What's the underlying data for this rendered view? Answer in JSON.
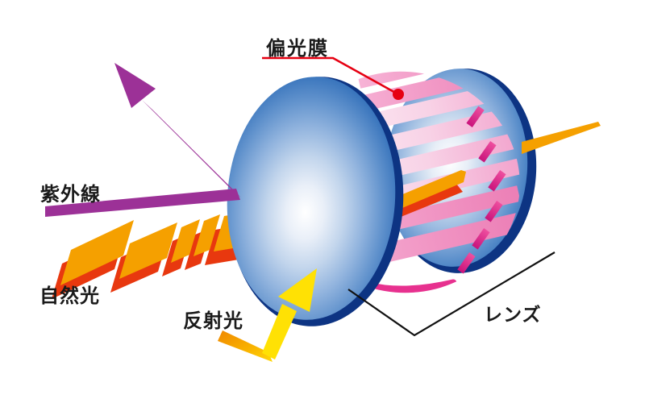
{
  "figure": {
    "description": "Cross-section diagram of a polarized sunglasses lens: natural light enters, reflected glare is blocked by the polarizing film sandwiched between two lens layers, UV is rejected",
    "background": "#ffffff"
  },
  "labels": {
    "polarizing_film": "偏光膜",
    "uv": "紫外線",
    "natural_light": "自然光",
    "reflected_light": "反射光",
    "lens": "レンズ"
  },
  "colors": {
    "background": "#ffffff",
    "label_black": "#1a1a1a",
    "annotation_red": "#e60012",
    "pointer_black": "#111111",
    "uv_purple": "#9c3197",
    "beam_orange": "#f5a000",
    "beam_red": "#e8380f",
    "reflected_yellow": "#ffe104",
    "reflected_orange": "#f08800",
    "lens_blue": "#1b53a0",
    "lens_rim_navy": "#0d3483",
    "film_pink": "#f2a3cd",
    "film_pale_pink": "#fdf0f7",
    "film_magenta": "#e7318f"
  }
}
